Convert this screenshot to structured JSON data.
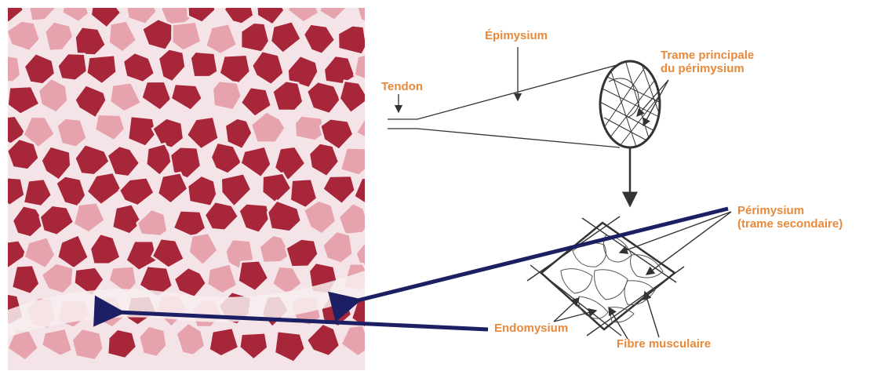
{
  "diagram": {
    "colors": {
      "label": "#e8893a",
      "arrow_navy": "#1c1f63",
      "fibre_dark": "#a8263a",
      "fibre_light": "#e7a3ad",
      "stroke": "#333333"
    },
    "labels": {
      "epimysium": "Épimysium",
      "tendon": "Tendon",
      "trame_principale_line1": "Trame principale",
      "trame_principale_line2": "du périmysium",
      "perimysium_line1": "Périmysium",
      "perimysium_line2": "(trame secondaire)",
      "endomysium": "Endomysium",
      "fibre_musculaire": "Fibre musculaire"
    }
  }
}
